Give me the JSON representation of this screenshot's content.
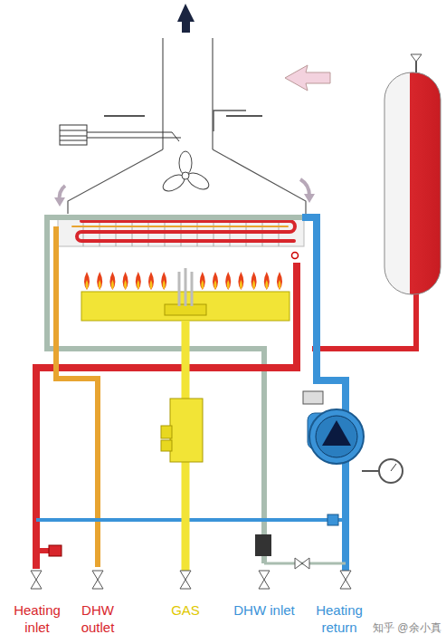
{
  "diagram": {
    "labels": [
      "Heating inlet",
      "DHW outlet",
      "GAS",
      "DHW inlet",
      "Heating return",
      "知乎 @余小真"
    ]
  }
}
